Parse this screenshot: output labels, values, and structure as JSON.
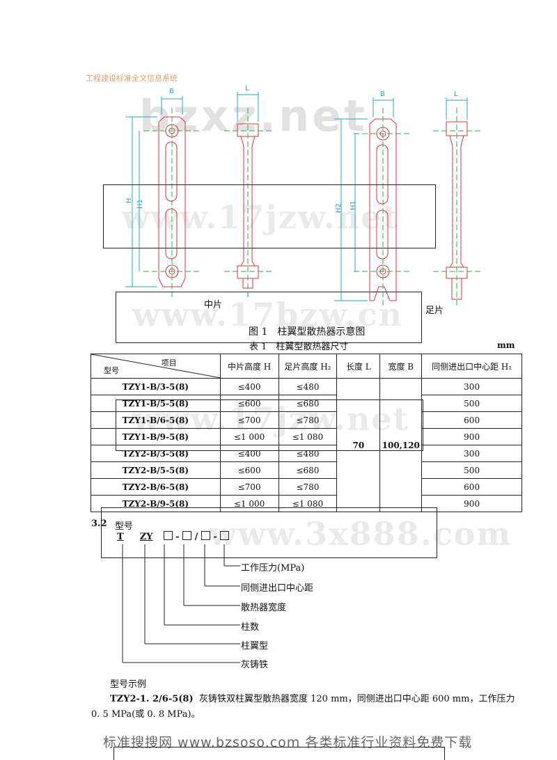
{
  "header_text": "工程建设标准全文信息系统",
  "watermarks": [
    "bzxz.net",
    "www.17jzw.net",
    "www.17bzw.cn",
    "www.17jzw.net",
    "www.3x888.com"
  ],
  "figure": {
    "labels": {
      "b": "B",
      "l": "L",
      "h": "H",
      "h1": "H1",
      "h2": "H2"
    },
    "middle_label": "中片",
    "foot_label": "足片",
    "caption": "图 1　柱翼型散热器示意图"
  },
  "table": {
    "caption": "表 1　柱翼型散热器尺寸",
    "unit": "mm",
    "corner_top": "项目",
    "corner_bottom": "型号",
    "headers": [
      "中片高度 H",
      "足片高度 H₂",
      "长度 L",
      "宽度 B",
      "同侧进出口中心距 H₁"
    ],
    "rows": [
      [
        "TZY1-B/3-5(8)",
        "≤400",
        "≤480",
        "300"
      ],
      [
        "TZY1-B/5-5(8)",
        "≤600",
        "≤680",
        "500"
      ],
      [
        "TZY1-B/6-5(8)",
        "≤700",
        "≤780",
        "600"
      ],
      [
        "TZY1-B/9-5(8)",
        "≤1 000",
        "≤1 080",
        "900"
      ],
      [
        "TZY2-B/3-5(8)",
        "≤400",
        "≤480",
        "300"
      ],
      [
        "TZY2-B/5-5(8)",
        "≤600",
        "≤680",
        "500"
      ],
      [
        "TZY2-B/6-5(8)",
        "≤700",
        "≤780",
        "600"
      ],
      [
        "TZY2-B/9-5(8)",
        "≤1 000",
        "≤1 080",
        "900"
      ]
    ],
    "merged_length": "70",
    "merged_width": "100,120"
  },
  "section": {
    "number": "3.2",
    "title": "型号",
    "code_t": "T",
    "code_zy": "ZY",
    "sep_dash": "-",
    "sep_slash": "/",
    "tree": [
      "工作压力(MPa)",
      "同侧进出口中心距",
      "散热器宽度",
      "柱数",
      "柱翼型",
      "灰铸铁"
    ]
  },
  "example": {
    "title": "型号示例",
    "code": "TZY2-1. 2/6-5(8)",
    "text_line1": "灰铸铁双柱翼型散热器宽度 120 mm，同侧进出口中心距 600 mm，工作压力",
    "text_line2": "0. 5 MPa(或 0. 8 MPa)。"
  },
  "footer": "标准搜搜网 www.bzsoso.com 各类标准行业资料免费下载"
}
